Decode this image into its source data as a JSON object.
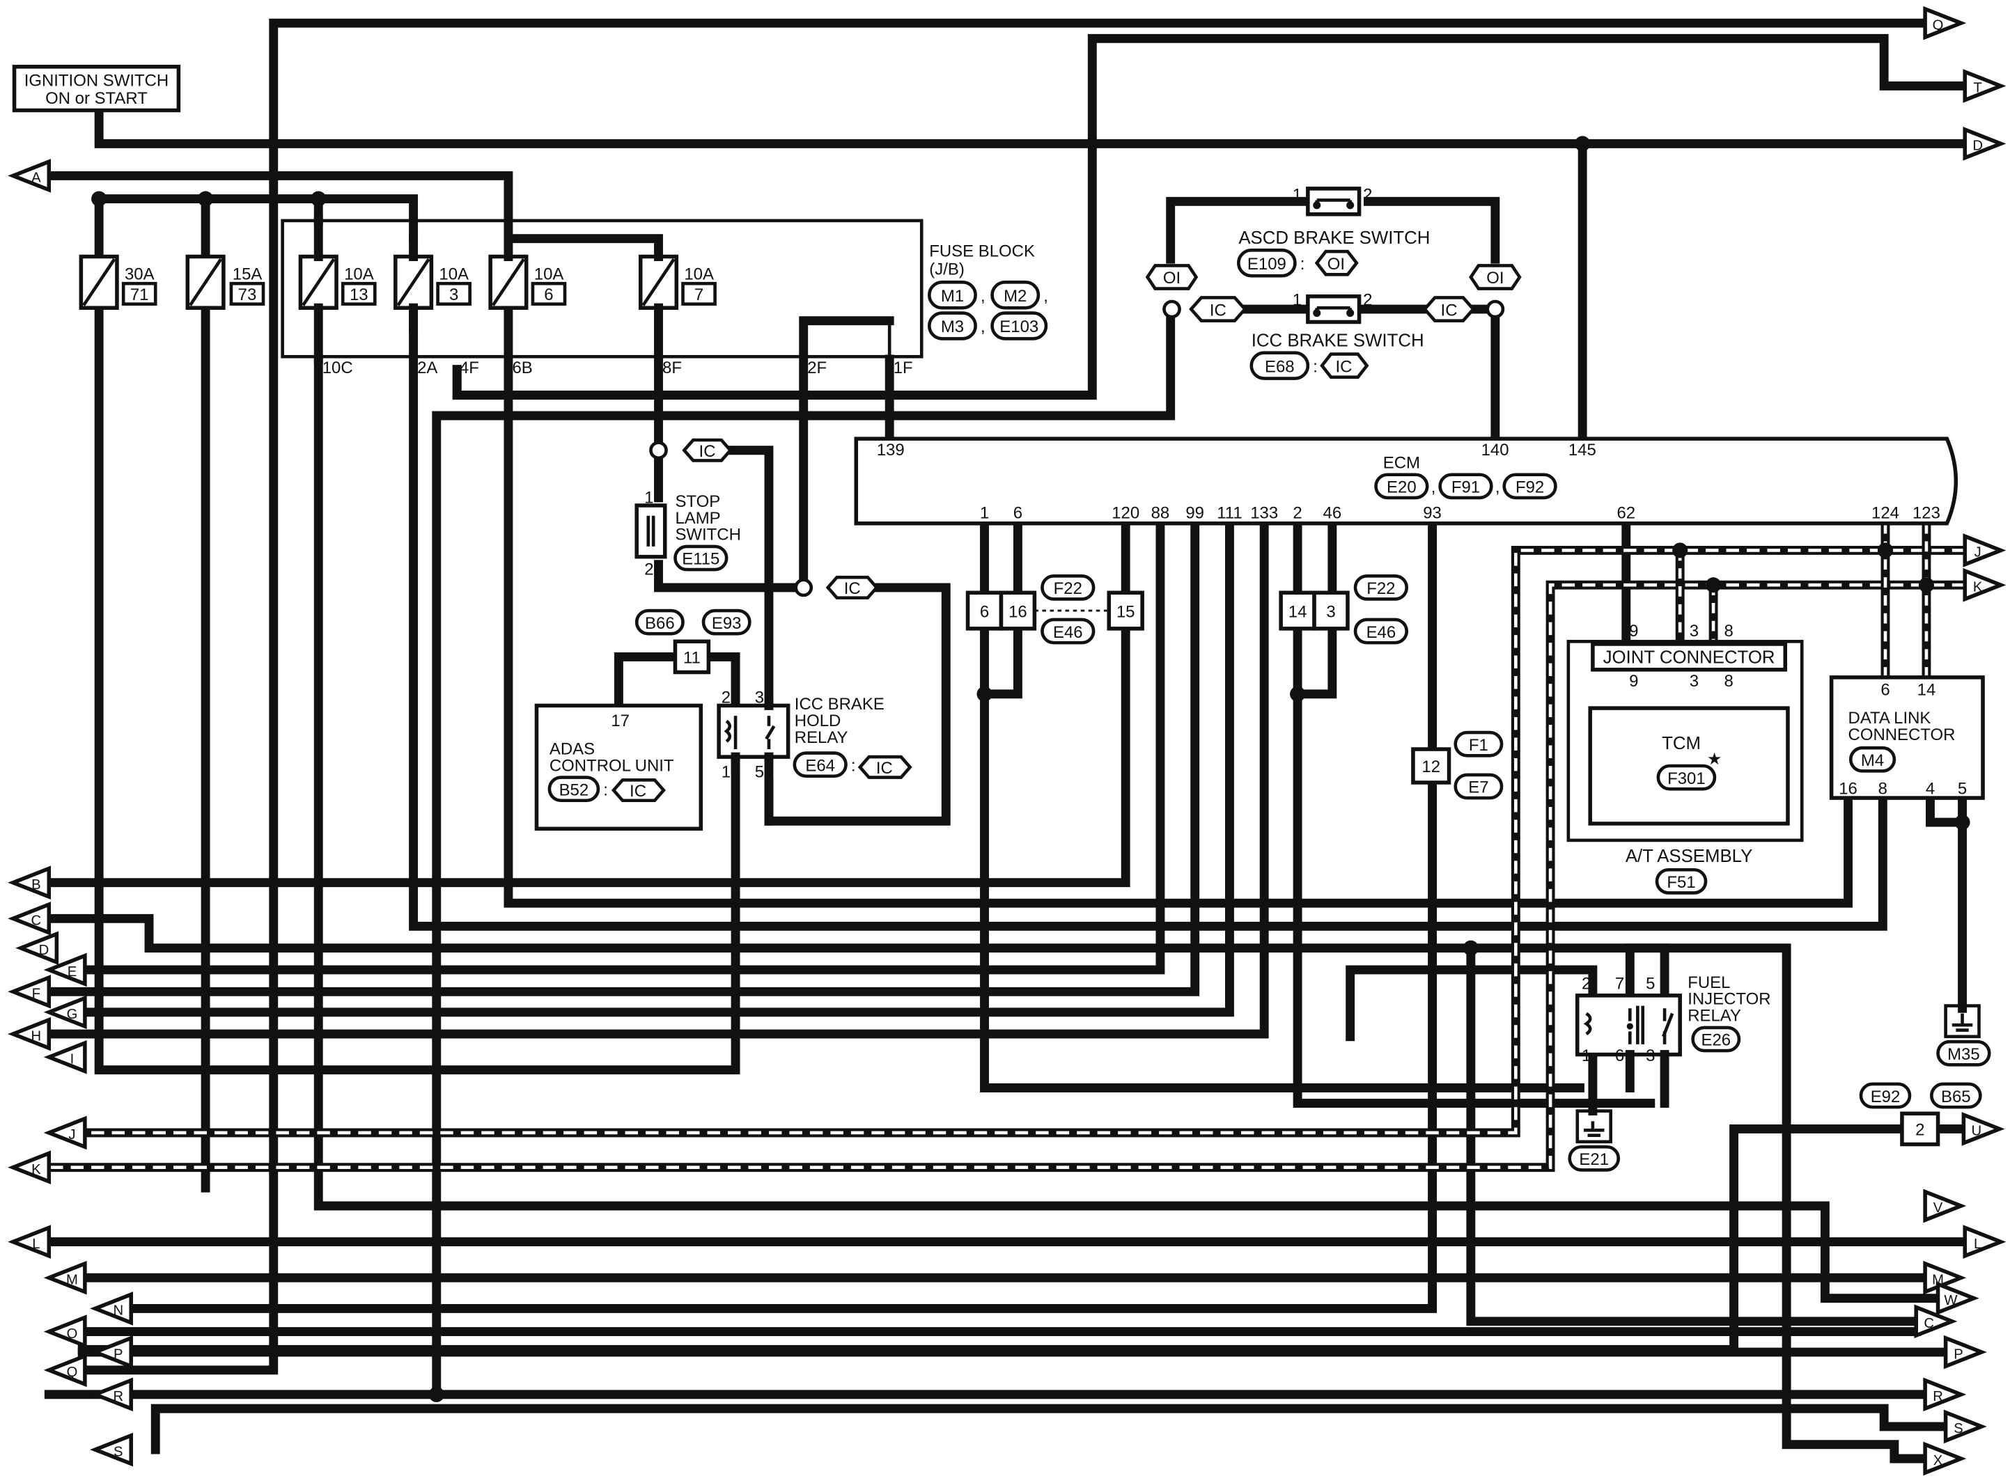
{
  "ignition": {
    "line1": "IGNITION SWITCH",
    "line2": "ON or START"
  },
  "fuse_block": {
    "title": "FUSE BLOCK",
    "subtitle": "(J/B)",
    "connectors": [
      "M1",
      "M2",
      "M3",
      "E103"
    ],
    "fuses": [
      {
        "amps": "30A",
        "num": "71"
      },
      {
        "amps": "15A",
        "num": "73"
      },
      {
        "amps": "10A",
        "num": "13"
      },
      {
        "amps": "10A",
        "num": "3"
      },
      {
        "amps": "10A",
        "num": "6"
      },
      {
        "amps": "10A",
        "num": "7"
      }
    ],
    "terminals": [
      "10C",
      "2A",
      "4F",
      "6B",
      "8F",
      "2F",
      "1F"
    ]
  },
  "ascd": {
    "title": "ASCD BRAKE SWITCH",
    "connector": "E109",
    "variant": "OI",
    "pin1": "1",
    "pin2": "2"
  },
  "icc_switch": {
    "title": "ICC BRAKE SWITCH",
    "connector": "E68",
    "variant": "IC",
    "pin1": "1",
    "pin2": "2"
  },
  "oi_tag": "OI",
  "ic_tag": "IC",
  "stop_lamp": {
    "line1": "STOP",
    "line2": "LAMP",
    "line3": "SWITCH",
    "connector": "E115",
    "pin1": "1",
    "pin2": "2"
  },
  "hold_relay": {
    "line1": "ICC BRAKE",
    "line2": "HOLD",
    "line3": "RELAY",
    "connector": "E64",
    "variant": "IC",
    "pins": [
      "2",
      "3",
      "1",
      "5"
    ]
  },
  "adas": {
    "line1": "ADAS",
    "line2": "CONTROL UNIT",
    "connector": "B52",
    "variant": "IC",
    "pin": "17",
    "junction": "11",
    "conn_a": "B66",
    "conn_b": "E93"
  },
  "ecm": {
    "title": "ECM",
    "connectors": [
      "E20",
      "F91",
      "F92"
    ],
    "top_pins": [
      "139",
      "140",
      "145"
    ],
    "bottom_pins": [
      "1",
      "6",
      "120",
      "88",
      "99",
      "111",
      "133",
      "2",
      "46",
      "93",
      "62",
      "124",
      "123"
    ]
  },
  "joint_f22": {
    "conn_a": "F22",
    "conn_b": "E46",
    "pins": [
      "6",
      "16",
      "15",
      "14",
      "3"
    ]
  },
  "f1_e7": {
    "pin": "12",
    "conn_a": "F1",
    "conn_b": "E7"
  },
  "joint_connector": {
    "title": "JOINT CONNECTOR",
    "pins": [
      "9",
      "3",
      "8"
    ]
  },
  "tcm": {
    "title": "TCM",
    "star": "★",
    "connector": "F301"
  },
  "at_assembly": {
    "title": "A/T ASSEMBLY",
    "connector": "F51"
  },
  "dlc": {
    "line1": "DATA LINK",
    "line2": "CONNECTOR",
    "connector": "M4",
    "top_pins": [
      "6",
      "14"
    ],
    "bottom_pins": [
      "16",
      "8",
      "4",
      "5"
    ]
  },
  "fuel_relay": {
    "line1": "FUEL",
    "line2": "INJECTOR",
    "line3": "RELAY",
    "connector": "E26",
    "pins_top": [
      "2",
      "7",
      "5"
    ],
    "pins_bottom": [
      "1",
      "6",
      "3"
    ]
  },
  "grounds": [
    "E21",
    "M35"
  ],
  "u_connector": {
    "pin": "2",
    "conn_a": "E92",
    "conn_b": "B65"
  },
  "left_arrows": [
    "A",
    "B",
    "C",
    "D",
    "E",
    "F",
    "G",
    "H",
    "I",
    "J",
    "K",
    "L",
    "M",
    "N",
    "O",
    "P",
    "Q",
    "R",
    "S"
  ],
  "right_arrows": [
    "Q",
    "T",
    "D",
    "J",
    "K",
    "U",
    "V",
    "L",
    "M",
    "W",
    "C",
    "P",
    "R",
    "S",
    "X"
  ]
}
